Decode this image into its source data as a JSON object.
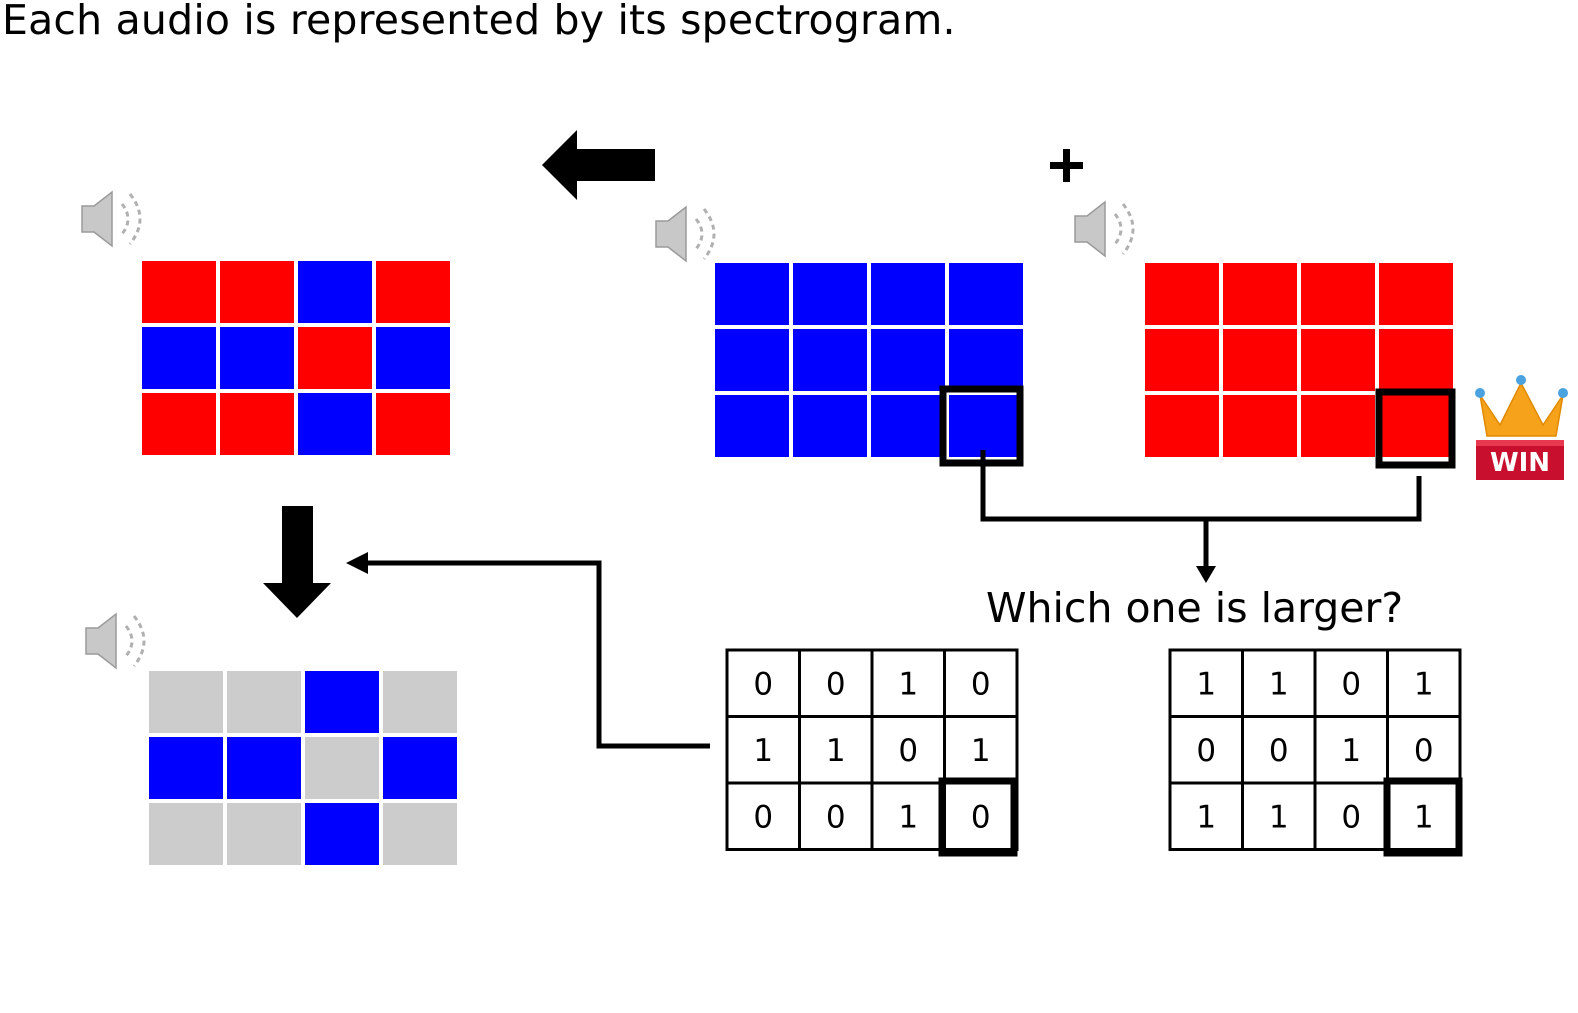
{
  "title": "Each audio is represented by its spectrogram.",
  "question": "Which one is larger?",
  "win_label": "WIN",
  "colors": {
    "speaker_a": "#0000ff",
    "speaker_b": "#ff0000",
    "masked": "#cccccc",
    "line": "#000000",
    "crown": "#f7a21b",
    "badge": "#c8102e"
  },
  "icons": [
    "speaker-icon",
    "arrow-left-icon",
    "arrow-down-icon",
    "plus-icon",
    "crown-icon"
  ],
  "mixture_grid": [
    [
      "B",
      "B",
      "A",
      "B"
    ],
    [
      "A",
      "A",
      "B",
      "A"
    ],
    [
      "B",
      "B",
      "A",
      "B"
    ]
  ],
  "source_a_grid": [
    [
      "A",
      "A",
      "A",
      "A"
    ],
    [
      "A",
      "A",
      "A",
      "A"
    ],
    [
      "A",
      "A",
      "A",
      "A"
    ]
  ],
  "source_b_grid": [
    [
      "B",
      "B",
      "B",
      "B"
    ],
    [
      "B",
      "B",
      "B",
      "B"
    ],
    [
      "B",
      "B",
      "B",
      "B"
    ]
  ],
  "result_grid": [
    [
      "M",
      "M",
      "A",
      "M"
    ],
    [
      "A",
      "A",
      "M",
      "A"
    ],
    [
      "M",
      "M",
      "A",
      "M"
    ]
  ],
  "mask_a": [
    [
      "0",
      "0",
      "1",
      "0"
    ],
    [
      "1",
      "1",
      "0",
      "1"
    ],
    [
      "0",
      "0",
      "1",
      "0"
    ]
  ],
  "mask_b": [
    [
      "1",
      "1",
      "0",
      "1"
    ],
    [
      "0",
      "0",
      "1",
      "0"
    ],
    [
      "1",
      "1",
      "0",
      "1"
    ]
  ]
}
